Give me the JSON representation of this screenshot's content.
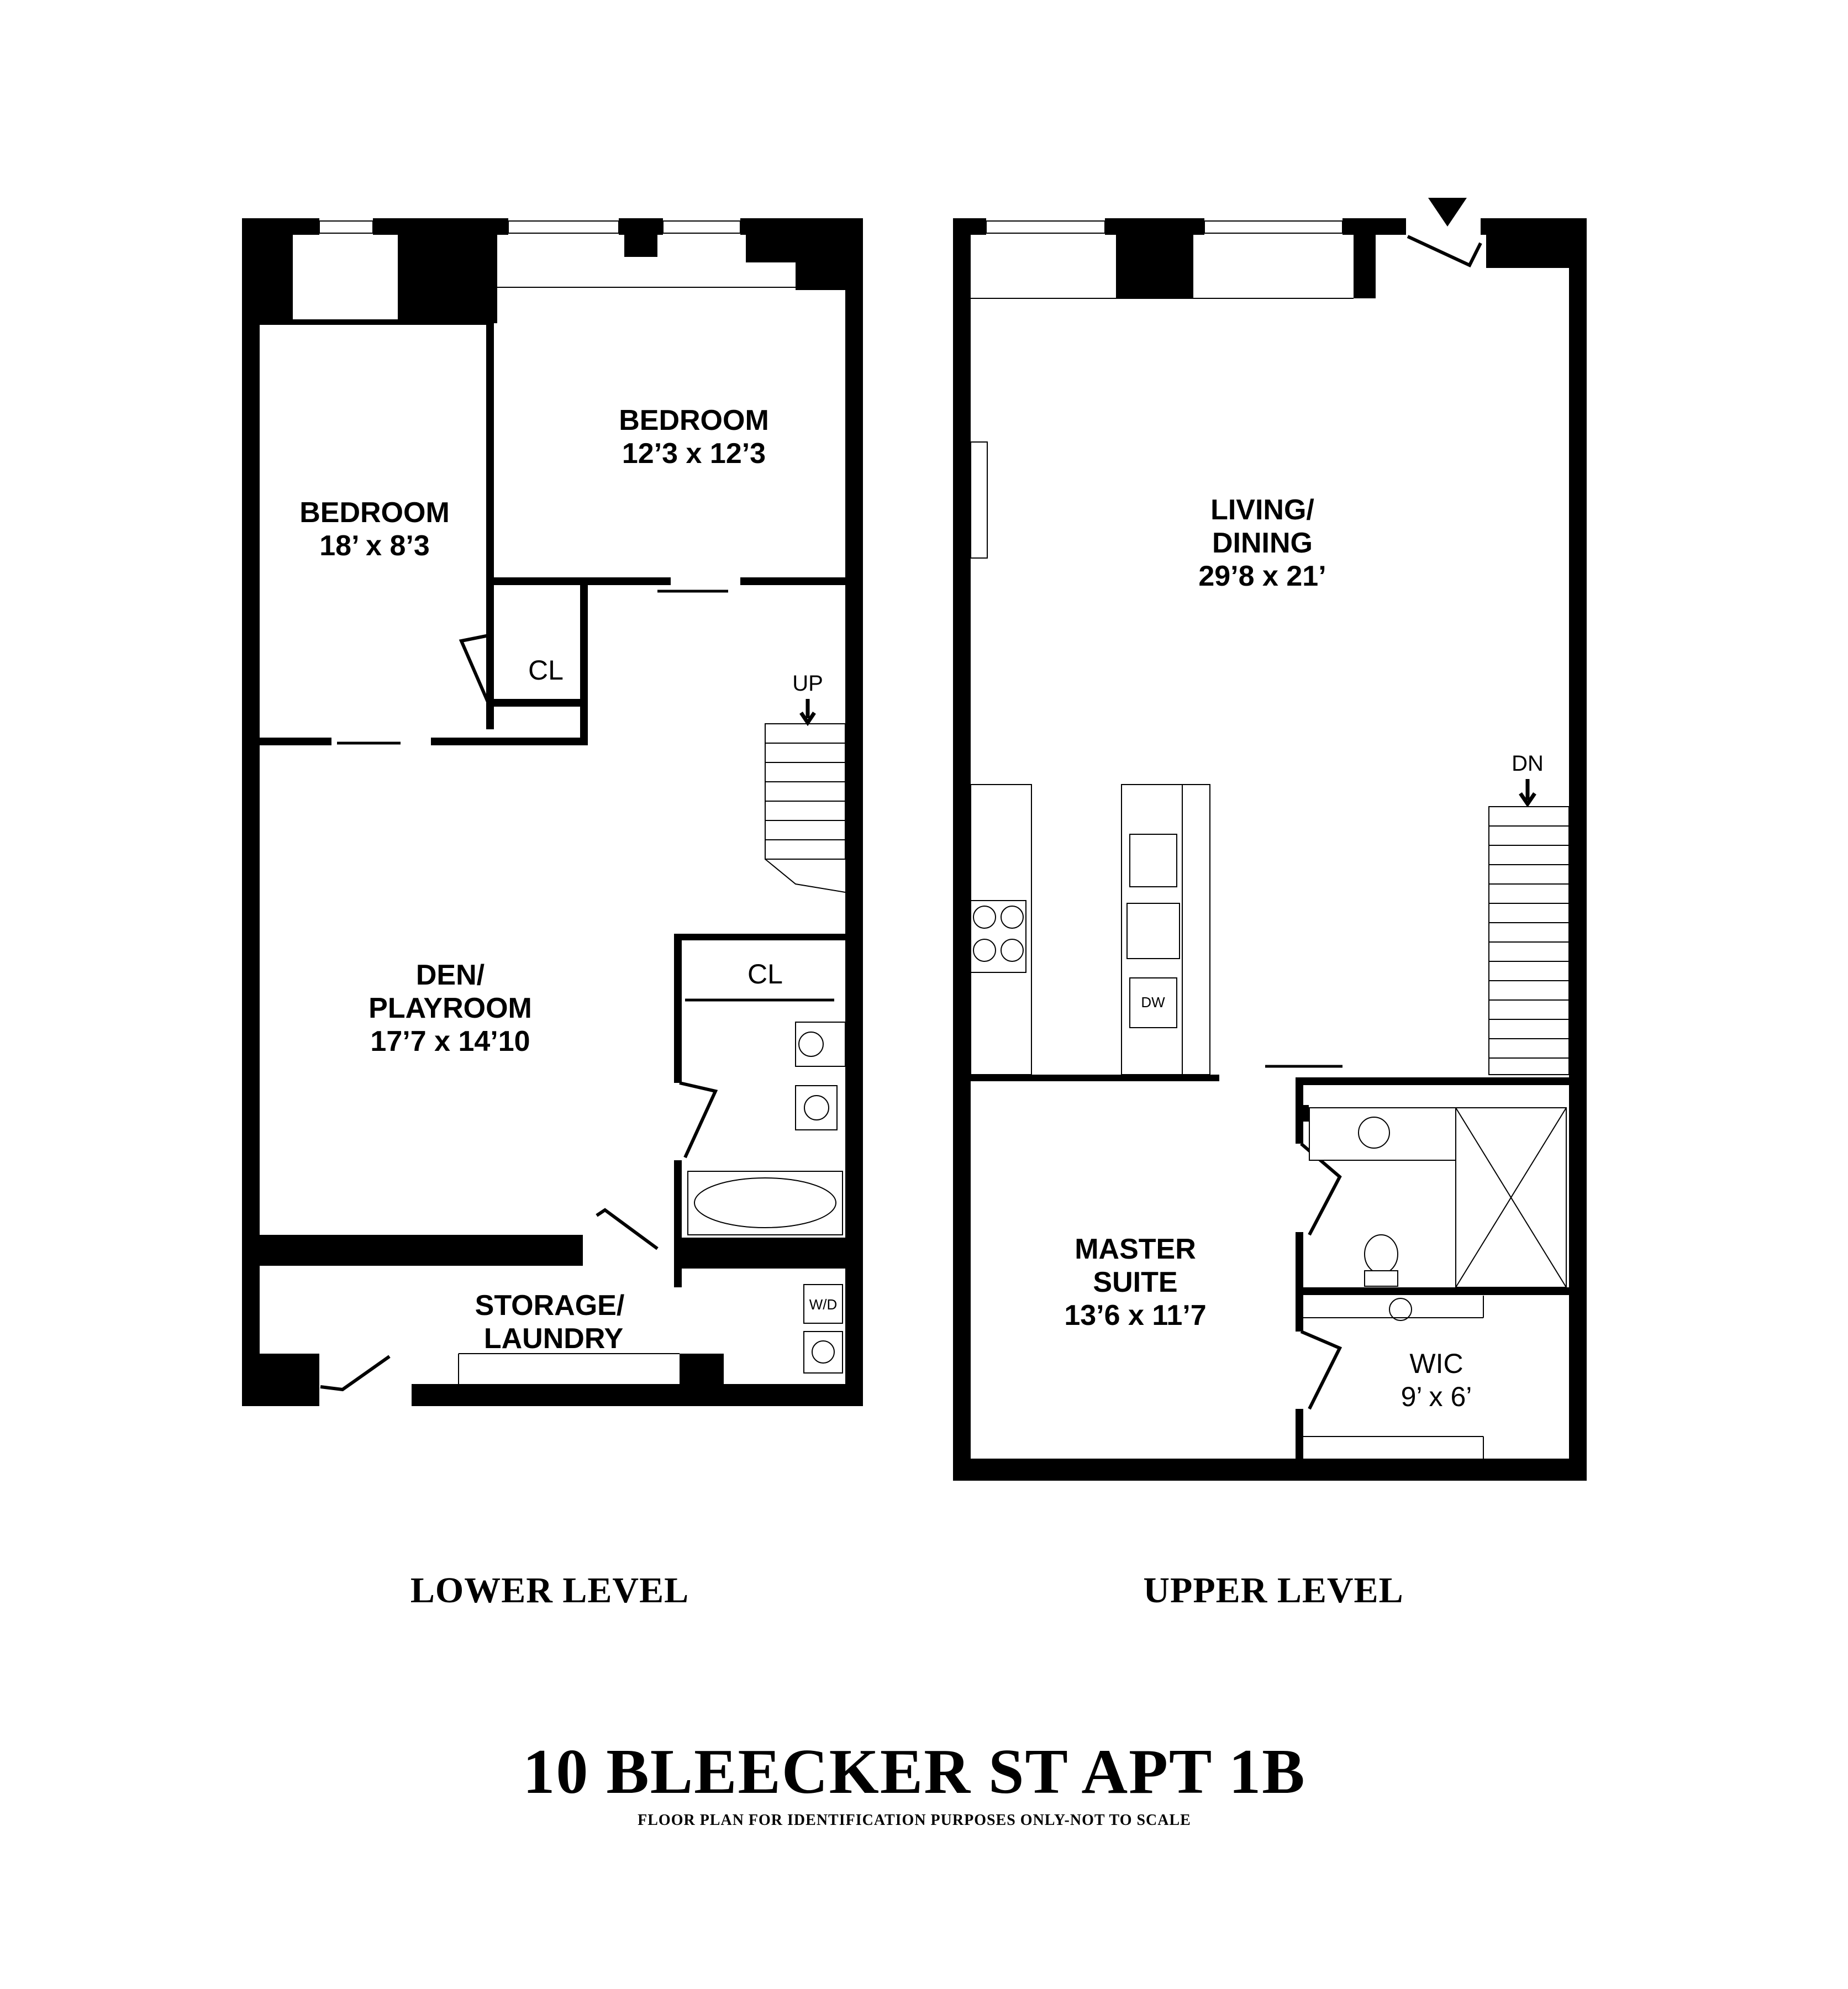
{
  "title": "10 BLEECKER ST APT 1B",
  "subtitle": "FLOOR PLAN FOR IDENTIFICATION PURPOSES ONLY-NOT TO SCALE",
  "lower_level": {
    "label": "LOWER LEVEL",
    "rooms": {
      "bedroom_left": {
        "name": "BEDROOM",
        "dims": "18’ x 8’3"
      },
      "bedroom_right": {
        "name": "BEDROOM",
        "dims": "12’3 x 12’3"
      },
      "closet_a": {
        "name": "CL"
      },
      "closet_b": {
        "name": "CL"
      },
      "den_line1": "DEN/",
      "den_line2": "PLAYROOM",
      "den_dims": "17’7 x 14’10",
      "storage_line1": "STORAGE/",
      "storage_line2": "LAUNDRY"
    },
    "stairs_label": "UP",
    "washer_dryer_label": "W/D"
  },
  "upper_level": {
    "label": "UPPER LEVEL",
    "rooms": {
      "living_line1": "LIVING/",
      "living_line2": "DINING",
      "living_dims": "29’8 x 21’",
      "master_line1": "MASTER",
      "master_line2": "SUITE",
      "master_dims": "13’6 x 11’7",
      "wic_name": "WIC",
      "wic_dims": "9’ x 6’"
    },
    "stairs_label": "DN",
    "dishwasher_label": "DW"
  }
}
